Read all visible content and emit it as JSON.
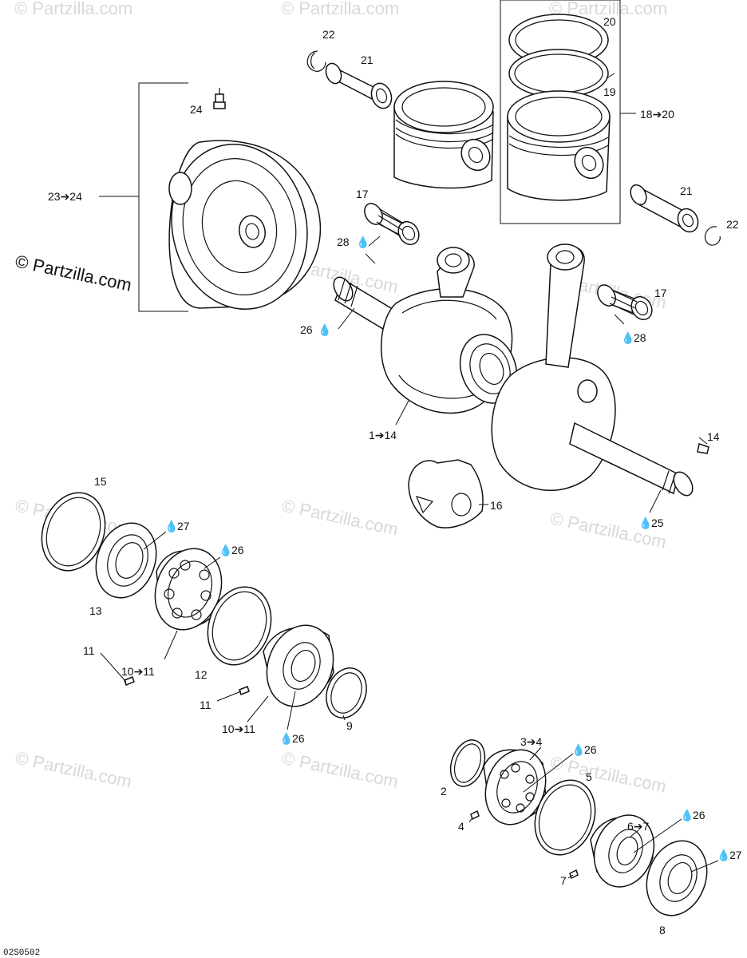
{
  "watermark": {
    "text": "© Partzilla.com",
    "main_text": "© Partzilla.com"
  },
  "diagram_code": "02S0502",
  "drop_glyph": "💧",
  "labels": {
    "l22a": "22",
    "l21a": "21",
    "l20": "20",
    "l19": "19",
    "l18_20": "18➔20",
    "l24": "24",
    "l23_24": "23➔24",
    "l17a": "17",
    "l28a": "28",
    "l21b": "21",
    "l22b": "22",
    "l17b": "17",
    "l28b": "28",
    "l26a": "26",
    "l1_14": "1➔14",
    "l14": "14",
    "l16": "16",
    "l25": "25",
    "l15": "15",
    "l27a": "27",
    "l26b": "26",
    "l13": "13",
    "l11a": "11",
    "l10_11a": "10➔11",
    "l12": "12",
    "l11b": "11",
    "l10_11b": "10➔11",
    "l26c": "26",
    "l9": "9",
    "l3_4": "3➔4",
    "l26d": "26",
    "l2": "2",
    "l5": "5",
    "l4": "4",
    "l6_7": "6➔7",
    "l26e": "26",
    "l27b": "27",
    "l7": "7",
    "l8": "8"
  }
}
